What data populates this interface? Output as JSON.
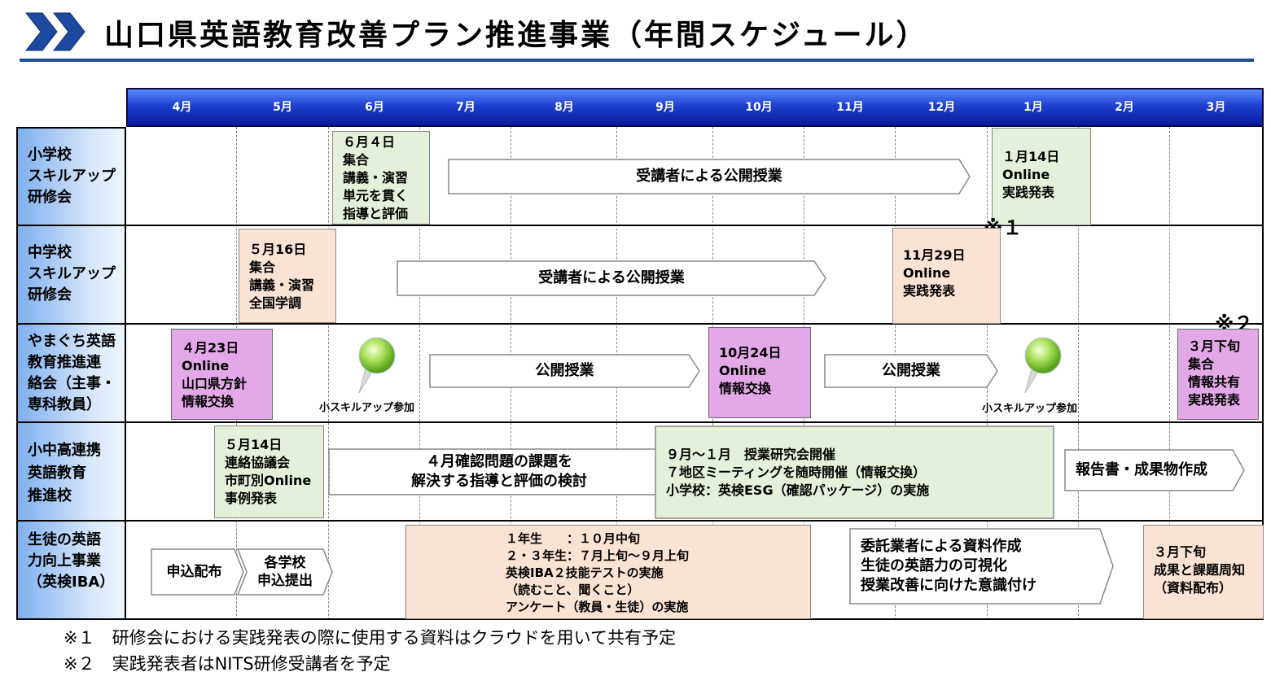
{
  "title": "山口県英語教育改善プラン推進事業（年間スケジュール）",
  "months": [
    "4月",
    "5月",
    "6月",
    "7月",
    "8月",
    "9月",
    "10月",
    "11月",
    "12月",
    "1月",
    "2月",
    "3月"
  ],
  "rows": [
    {
      "label": [
        "小学校",
        "スキルアップ",
        "研修会"
      ]
    },
    {
      "label": [
        "中学校",
        "スキルアップ",
        "研修会"
      ]
    },
    {
      "label": [
        "やまぐち英語",
        "教育推進連",
        "絡会（主事・",
        "専科教員）"
      ]
    },
    {
      "label": [
        "小中高連携",
        "英語教育",
        "推進校"
      ]
    },
    {
      "label": [
        "生徒の英語",
        "力向上事業",
        "（英検IBA）"
      ]
    }
  ],
  "r1": {
    "box_june": [
      "６月４日",
      "集合",
      "講義・演習",
      "単元を貫く",
      "指導と評価"
    ],
    "arrow": "受講者による公開授業",
    "box_jan": [
      "１月14日",
      "Online",
      "実践発表"
    ]
  },
  "r2": {
    "box_may": [
      "５月16日",
      "集合",
      "講義・演習",
      "全国学調"
    ],
    "arrow": "受講者による公開授業",
    "box_nov": [
      "11月29日",
      "Online",
      "実践発表"
    ]
  },
  "r3": {
    "box_apr": [
      "４月23日",
      "Online",
      "山口県方針",
      "情報交換"
    ],
    "arrow1": "公開授業",
    "box_oct": [
      "10月24日",
      "Online",
      "情報交換"
    ],
    "arrow2": "公開授業",
    "box_mar": [
      "３月下旬",
      "集合",
      "情報共有",
      "実践発表"
    ],
    "pin_label": "小スキルアップ参加"
  },
  "r4": {
    "box_may": [
      "５月14日",
      "連絡協議会",
      "市町別Online",
      "事例発表"
    ],
    "arrow1": [
      "４月確認問題の課題を",
      "解決する指導と評価の検討"
    ],
    "arrow2": [
      "９月～１月　授業研究会開催",
      "７地区ミーティングを随時開催（情報交換）",
      "小学校：英検ESG（確認パッケージ）の実施"
    ],
    "arrow3": "報告書・成果物作成"
  },
  "r5": {
    "arrow1": "申込配布",
    "arrow2": [
      "各学校",
      "申込提出"
    ],
    "box_mid": [
      "１年生　　：１０月中旬",
      "２・３年生：７月上旬～９月上旬",
      "英検IBA２技能テストの実施",
      "（読むこと、聞くこと）",
      "アンケート（教員・生徒）の実施"
    ],
    "arrow3": [
      "委託業者による資料作成",
      "生徒の英語力の可視化",
      "授業改善に向けた意識付け"
    ],
    "box_mar": [
      "３月下旬",
      "成果と課題周知",
      "（資料配布）"
    ]
  },
  "marks": {
    "m1": "※１",
    "m2": "※２"
  },
  "notes": [
    "※１　研修会における実践発表の際に使用する資料はクラウドを用いて共有予定",
    "※２　実践発表者はNITS研修受講者を予定"
  ],
  "colors": {
    "title_line": "#1f4e99",
    "header_blue": "#1e3fd0",
    "green": "#e5f0da",
    "peach": "#fbe3d3",
    "violet": "#e3a8e8"
  }
}
